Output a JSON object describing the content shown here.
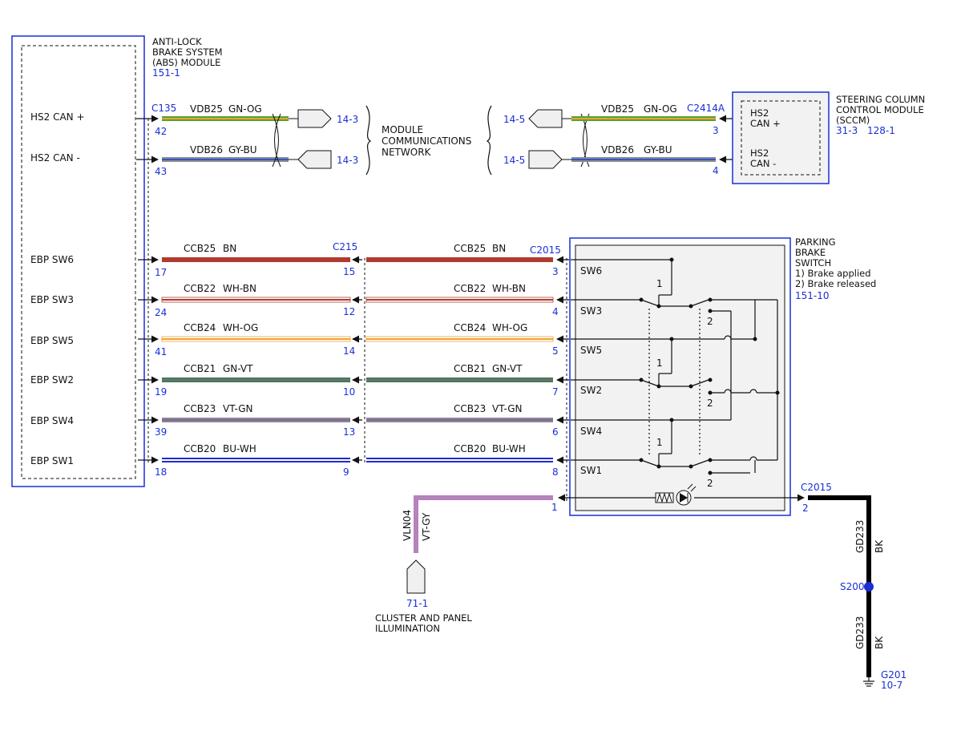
{
  "abs": {
    "title": [
      "ANTI-LOCK",
      "BRAKE SYSTEM",
      "(ABS) MODULE"
    ],
    "ref": "151-1",
    "pins": [
      {
        "label": "HS2 CAN +",
        "pin": "42"
      },
      {
        "label": "HS2 CAN -",
        "pin": "43"
      },
      {
        "label": "EBP SW6",
        "pin": "17"
      },
      {
        "label": "EBP SW3",
        "pin": "24"
      },
      {
        "label": "EBP SW5",
        "pin": "41"
      },
      {
        "label": "EBP SW2",
        "pin": "19"
      },
      {
        "label": "EBP SW4",
        "pin": "39"
      },
      {
        "label": "EBP SW1",
        "pin": "18"
      }
    ],
    "connector": "C135"
  },
  "network": {
    "label": [
      "MODULE",
      "COMMUNICATIONS",
      "NETWORK"
    ],
    "left_refs": [
      "14-3",
      "14-3"
    ],
    "right_refs": [
      "14-5",
      "14-5"
    ]
  },
  "can_wires": [
    {
      "circuit": "VDB25",
      "color": "GN-OG"
    },
    {
      "circuit": "VDB26",
      "color": "GY-BU"
    }
  ],
  "sccm": {
    "title": [
      "STEERING COLUMN",
      "CONTROL MODULE",
      "(SCCM)"
    ],
    "refs": [
      "31-3",
      "128-1"
    ],
    "connector": "C2414A",
    "pins": [
      {
        "label": [
          "HS2",
          "CAN +"
        ],
        "pin": "3"
      },
      {
        "label": [
          "HS2",
          "CAN -"
        ],
        "pin": "4"
      }
    ]
  },
  "brake_wires": [
    {
      "circuit": "CCB25",
      "color": "BN",
      "c215_pin": "15",
      "switch_pin": "3"
    },
    {
      "circuit": "CCB22",
      "color": "WH-BN",
      "c215_pin": "12",
      "switch_pin": "4"
    },
    {
      "circuit": "CCB24",
      "color": "WH-OG",
      "c215_pin": "14",
      "switch_pin": "5"
    },
    {
      "circuit": "CCB21",
      "color": "GN-VT",
      "c215_pin": "10",
      "switch_pin": "7"
    },
    {
      "circuit": "CCB23",
      "color": "VT-GN",
      "c215_pin": "13",
      "switch_pin": "6"
    },
    {
      "circuit": "CCB20",
      "color": "BU-WH",
      "c215_pin": "9",
      "switch_pin": "8"
    }
  ],
  "inline_connector": "C215",
  "switch": {
    "connector": "C2015",
    "title": [
      "PARKING",
      "BRAKE",
      "SWITCH"
    ],
    "notes": [
      "1) Brake applied",
      "2) Brake released"
    ],
    "ref": "151-10",
    "labels": [
      "SW6",
      "SW3",
      "SW5",
      "SW2",
      "SW4",
      "SW1"
    ],
    "pos1": "1",
    "pos2": "2",
    "illum_pin": "1",
    "ground_pin": "2",
    "ground_connector": "C2015"
  },
  "illumination": {
    "circuit": "VLN04",
    "color": "VT-GY",
    "ref": "71-1",
    "label": [
      "CLUSTER AND PANEL",
      "ILLUMINATION"
    ]
  },
  "ground": {
    "circuit": "GD233",
    "color": "BK",
    "splice": "S200",
    "ground_point": "G201",
    "ground_ref": "10-7"
  },
  "colors": {
    "accent": "#1a2fd6",
    "GN-OG": [
      "#5aa02c",
      "#e8a33a"
    ],
    "GY-BU": [
      "#8c8c8c",
      "#3355cc"
    ],
    "BN": [
      "#b03a2e",
      "#b03a2e"
    ],
    "WH-BN": [
      "#ffffff",
      "#b03a2e"
    ],
    "WH-OG": [
      "#ffffff",
      "#f0a030"
    ],
    "GN-VT": [
      "#2f8a3a",
      "#9b4fb0"
    ],
    "VT-GN": [
      "#b070c0",
      "#3a9a40"
    ],
    "BU-WH": [
      "#1e2ad0",
      "#ffffff"
    ],
    "VT-GY": [
      "#c078c8",
      "#9a9a9a"
    ],
    "BK": [
      "#000000",
      "#000000"
    ]
  }
}
